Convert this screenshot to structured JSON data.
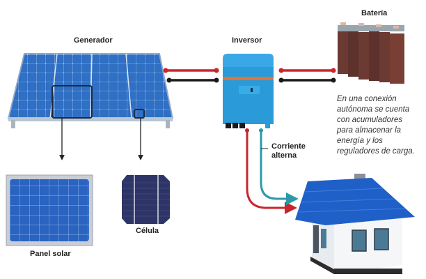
{
  "labels": {
    "generator": "Generador",
    "inverter": "Inversor",
    "battery": "Batería",
    "panel": "Panel solar",
    "cell": "Célula",
    "ac_line1": "Corriente",
    "ac_line2": "alterna"
  },
  "battery_note": [
    "En una conexión",
    "autónoma se cuenta",
    "con acumuladores",
    "para almacenar la",
    "energía y los",
    "reguladores de carga."
  ],
  "colors": {
    "panel_blue": "#2f6fc4",
    "inverter_blue": "#2a9ad8",
    "inverter_stripe": "#e2743a",
    "positive_cable": "#c8262e",
    "negative_cable": "#1a1a1a",
    "ac_cable": "#2a9aa8",
    "roof_blue": "#1f5fc8",
    "battery_brown": "#6b3a32"
  }
}
